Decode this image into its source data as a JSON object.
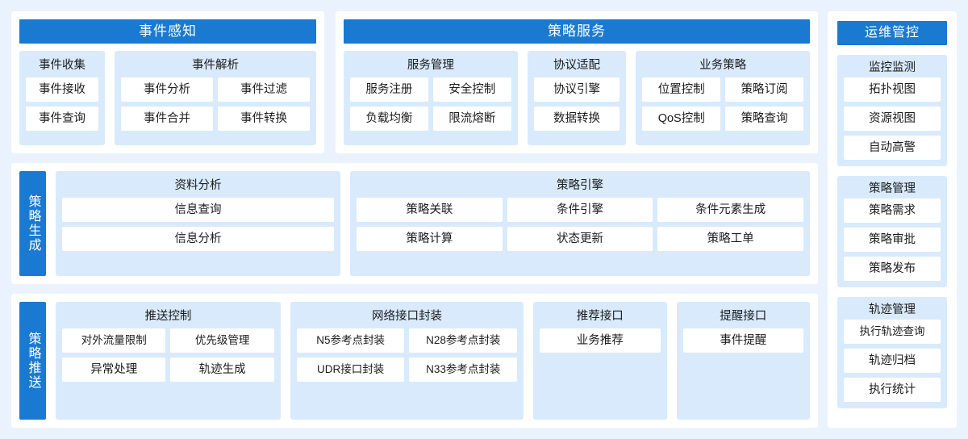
{
  "colors": {
    "canvas_bg": "#eaf3fd",
    "panel_bg": "#ffffff",
    "group_bg": "#d9eafc",
    "accent_blue": "#1a7ad2",
    "text": "#1c1c1c",
    "header_text": "#ffffff"
  },
  "top_row": {
    "event_panel": {
      "title": "事件感知",
      "groups": [
        {
          "title": "事件收集",
          "columns": 1,
          "cells": [
            "事件接收",
            "事件查询"
          ]
        },
        {
          "title": "事件解析",
          "columns": 2,
          "cells": [
            "事件分析",
            "事件过滤",
            "事件合并",
            "事件转换"
          ]
        }
      ]
    },
    "policy_service_panel": {
      "title": "策略服务",
      "groups": [
        {
          "title": "服务管理",
          "columns": 2,
          "cells": [
            "服务注册",
            "安全控制",
            "负载均衡",
            "限流熔断"
          ]
        },
        {
          "title": "协议适配",
          "columns": 1,
          "cells": [
            "协议引擎",
            "数据转换"
          ]
        },
        {
          "title": "业务策略",
          "columns": 2,
          "cells": [
            "位置控制",
            "策略订阅",
            "QoS控制",
            "策略查询"
          ]
        }
      ]
    }
  },
  "mid_row": {
    "tab_label": "策略生成",
    "groups": [
      {
        "title": "资料分析",
        "columns": 1,
        "cells": [
          "信息查询",
          "信息分析"
        ]
      },
      {
        "title": "策略引擎",
        "columns": 3,
        "cells": [
          "策略关联",
          "条件引擎",
          "条件元素生成",
          "策略计算",
          "状态更新",
          "策略工单"
        ]
      }
    ]
  },
  "bottom_row": {
    "tab_label": "策略推送",
    "groups": [
      {
        "title": "推送控制",
        "columns": 2,
        "cells": [
          "对外流量限制",
          "优先级管理",
          "异常处理",
          "轨迹生成"
        ]
      },
      {
        "title": "网络接口封装",
        "columns": 2,
        "cells": [
          "N5参考点封装",
          "N28参考点封装",
          "UDR接口封装",
          "N33参考点封装"
        ]
      },
      {
        "title": "推荐接口",
        "columns": 1,
        "cells": [
          "业务推荐"
        ]
      },
      {
        "title": "提醒接口",
        "columns": 1,
        "cells": [
          "事件提醒"
        ]
      }
    ]
  },
  "sidebar": {
    "title": "运维管控",
    "groups": [
      {
        "title": "监控监测",
        "cells": [
          "拓扑视图",
          "资源视图",
          "自动高警"
        ]
      },
      {
        "title": "策略管理",
        "cells": [
          "策略需求",
          "策略审批",
          "策略发布"
        ]
      },
      {
        "title": "轨迹管理",
        "cells": [
          "执行轨迹查询",
          "轨迹归档",
          "执行统计"
        ]
      }
    ]
  }
}
